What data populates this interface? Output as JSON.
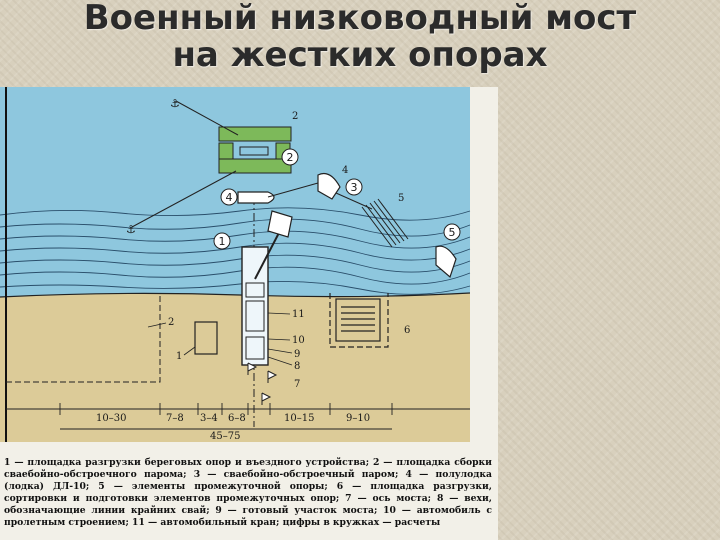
{
  "title": {
    "line1": "Военный низководный мост",
    "line2": "на жестких опорах"
  },
  "colors": {
    "water": "#8ec7de",
    "shore": "#dccb98",
    "pontoon": "#7db95a",
    "ink": "#1a1a1a"
  },
  "diagram": {
    "circled_labels": [
      "1",
      "2",
      "3",
      "4",
      "5"
    ],
    "callouts": {
      "c2": "2",
      "c4": "4",
      "c5": "5",
      "c6": "6",
      "c7": "7",
      "c8": "8",
      "c9": "9",
      "c10": "10",
      "c11": "11",
      "c1": "1",
      "c2b": "2"
    },
    "dimensions": {
      "d1": "10–30",
      "d2": "7–8",
      "d3": "3–4",
      "d4": "6–8",
      "d5": "10–15",
      "d6": "9–10",
      "total": "45–75"
    }
  },
  "caption": "1 — площадка разгрузки береговых опор и въездного устройства; 2 — площадка сборки сваебойно-обстроечного парома; 3 — сваебойно-обстроечный паром; 4 — полулодка (лодка) ДЛ-10; 5 — элементы промежуточной опоры; 6 — площадка разгрузки, сортировки и подготовки элементов промежуточных опор; 7 — ось моста; 8 — вехи, обозначающие линии крайних свай; 9 — готовый участок моста; 10 — автомобиль с пролетным строением; 11 — автомобильный кран; цифры в кружках — расчеты"
}
